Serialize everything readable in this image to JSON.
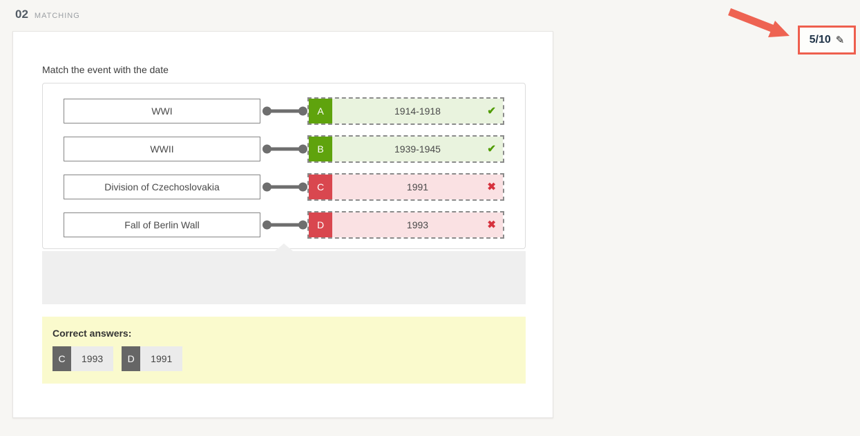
{
  "colors": {
    "page_bg": "#f7f6f3",
    "annotation_red": "#ee6352",
    "score_border_red": "#ee5f4e",
    "correct_green": "#5fa30d",
    "correct_green_bg": "#e9f3de",
    "incorrect_red": "#d9474f",
    "incorrect_red_bg": "#fae1e3",
    "answers_yellow_bg": "#fafacd",
    "chip_gray": "#666666",
    "tray_gray": "#efefef"
  },
  "header": {
    "number": "02",
    "type_label": "MATCHING"
  },
  "score": {
    "value": "5/10"
  },
  "icons": {
    "check": "✔",
    "cross": "✖",
    "edit": "✎"
  },
  "question": {
    "prompt": "Match the event with the date",
    "pairs": [
      {
        "left": "WWI",
        "letter": "A",
        "answer": "1914-1918",
        "correct": true
      },
      {
        "left": "WWII",
        "letter": "B",
        "answer": "1939-1945",
        "correct": true
      },
      {
        "left": "Division of Czechoslovakia",
        "letter": "C",
        "answer": "1991",
        "correct": false
      },
      {
        "left": "Fall of Berlin Wall",
        "letter": "D",
        "answer": "1993",
        "correct": false
      }
    ],
    "correct_answers": {
      "label": "Correct answers:",
      "items": [
        {
          "letter": "C",
          "value": "1993"
        },
        {
          "letter": "D",
          "value": "1991"
        }
      ]
    }
  }
}
